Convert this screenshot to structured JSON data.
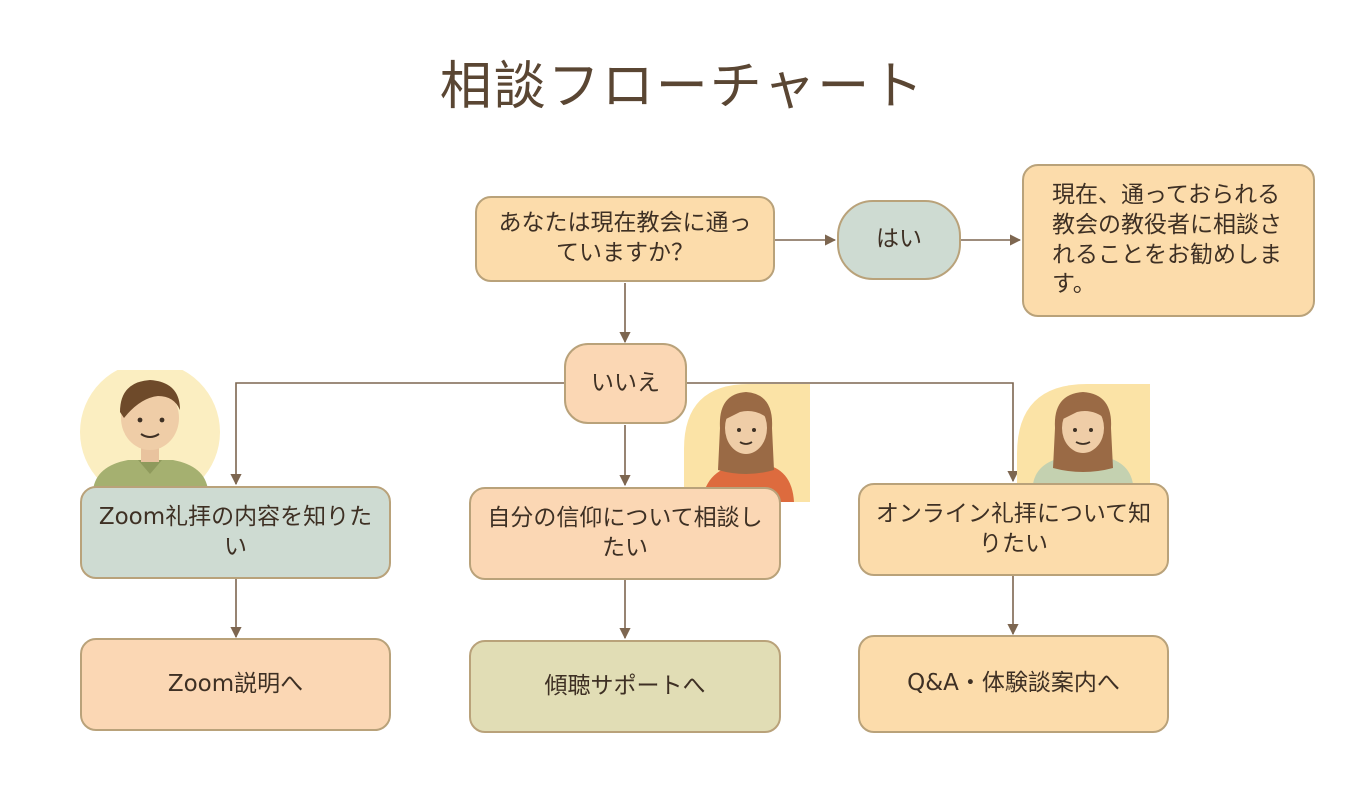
{
  "title": "相談フローチャート",
  "question": "あなたは現在教会に通っていますか？",
  "yes": {
    "label": "はい",
    "result": "現在、通っておられる教会の教役者に相談されることをお勧めします。"
  },
  "no": {
    "label": "いいえ"
  },
  "branches": [
    {
      "label": "Zoom礼拝の内容を知りたい",
      "result": "Zoom説明へ"
    },
    {
      "label": "自分の信仰について相談したい",
      "result": "傾聴サポートへ"
    },
    {
      "label": "オンライン礼拝について知りたい",
      "result": "Q&A・体験談案内へ"
    }
  ],
  "colors": {
    "peach": "#fcdcab",
    "orange": "#fbd7b4",
    "sage": "#cedbd2",
    "olive": "#e1ddb5",
    "border": "#b9a27a",
    "line": "#7d6650",
    "text": "#3e3024"
  },
  "illustrations": [
    "man-avatar",
    "woman-avatar",
    "woman-avatar"
  ]
}
